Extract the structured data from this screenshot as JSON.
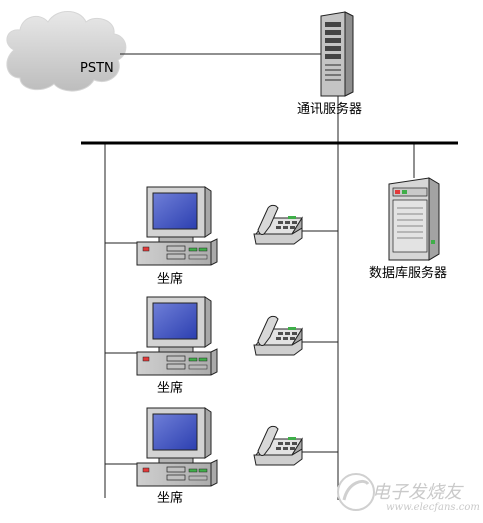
{
  "cloud": {
    "label": "PSTN"
  },
  "comm_server": {
    "label": "通讯服务器"
  },
  "db_server": {
    "label": "数据库服务器"
  },
  "seats": [
    {
      "label": "坐席"
    },
    {
      "label": "坐席"
    },
    {
      "label": "坐席"
    }
  ],
  "watermark": {
    "text": "电子发烧友",
    "url": "www.elecfans.com"
  }
}
